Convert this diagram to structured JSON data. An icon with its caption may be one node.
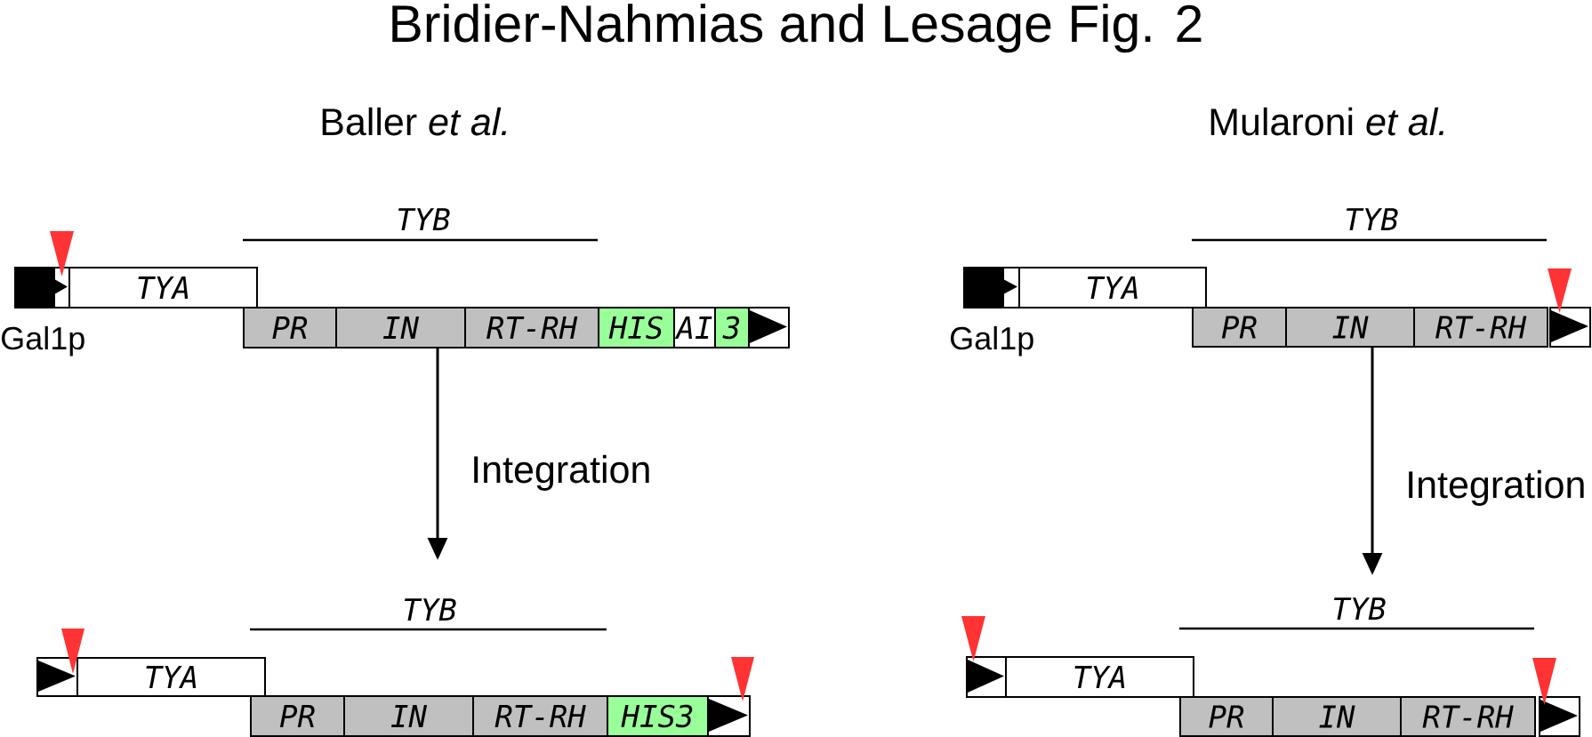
{
  "diagram": {
    "title": "Bridier-Nahmias and Lesage Fig. 2",
    "nodes": [
      {
        "text": [],
        "shape": "box",
        "beside": [
          "Gal1p"
        ]
      },
      {
        "text": [
          "TYA"
        ]
      },
      {
        "text": [
          "PR"
        ]
      },
      {
        "text": [
          "IN"
        ]
      },
      {
        "text": [
          "RT-RH"
        ]
      },
      {
        "text": [
          "HIS"
        ]
      },
      {
        "text": [
          "AI"
        ]
      },
      {
        "text": [
          "3"
        ]
      },
      {
        "text": [],
        "shape": "box"
      },
      {
        "text": [],
        "shape": "box"
      },
      {
        "text": [
          "TYA"
        ]
      },
      {
        "text": [
          "PR"
        ]
      },
      {
        "text": [
          "IN"
        ]
      },
      {
        "text": [
          "RT-RH"
        ]
      },
      {
        "text": [
          "HIS3"
        ]
      },
      {
        "text": [],
        "shape": "box"
      },
      {
        "text": [],
        "shape": "box",
        "beside": [
          "Gal1p"
        ]
      },
      {
        "text": [
          "TYA"
        ]
      },
      {
        "text": [
          "PR"
        ]
      },
      {
        "text": [
          "IN"
        ]
      },
      {
        "text": [
          "RT-RH"
        ]
      },
      {
        "text": [],
        "shape": "box"
      },
      {
        "text": [],
        "shape": "box"
      },
      {
        "text": [
          "TYA"
        ]
      },
      {
        "text": [
          "PR"
        ]
      },
      {
        "text": [
          "IN"
        ]
      },
      {
        "text": [
          "RT-RH"
        ]
      },
      {
        "text": [],
        "shape": "box"
      }
    ],
    "edges": [
      {
        "from": 3,
        "to": null,
        "arrow": "to",
        "label": "Integration"
      },
      {
        "from": 19,
        "to": null,
        "arrow": "to",
        "label": "Integration"
      }
    ],
    "labels": [
      "Baller *et al.*",
      "Mularoni *et al.*",
      "TYB",
      "TYB",
      "TYB",
      "TYB"
    ]
  }
}
